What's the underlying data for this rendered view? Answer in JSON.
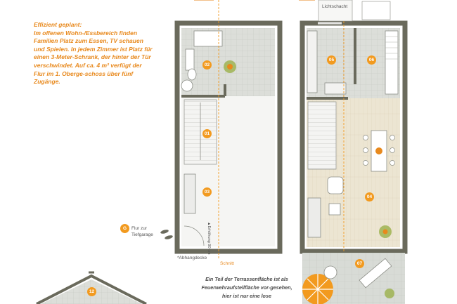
{
  "intro": {
    "heading": "Effizient geplant:",
    "body": "Im offenen Wohn-/Essbereich finden Familien Platz zum Essen, TV schauen und Spielen. In jedem Zimmer ist Platz für einen 3-Meter-Schrank, der hinter der Tür verschwindet. Auf ca. 4 m² verfügt der Flur im 1. Oberge-schoss über fünf Zugänge."
  },
  "labels": {
    "lichtschacht": "Lichtschacht",
    "schnitt": "Schnitt",
    "abhangdecke": "*Abhangdecke",
    "erhoehung": "▲Erhöhung 90 cm",
    "flur_line1": "Flur zur",
    "flur_line2": "Tiefgarage"
  },
  "rooms": {
    "r01": "01",
    "r02": "02",
    "r03": "03",
    "r04": "04",
    "r05": "05",
    "r06": "06",
    "r07": "07",
    "r12": "12",
    "g": "G"
  },
  "caption": {
    "text": "Ein Teil der Terrassenfläche ist als Feuerwehraufstellfläche vor-gesehen, hier ist nur eine lose"
  },
  "colors": {
    "wall": "#6a6a5c",
    "tile": "#d9dbd6",
    "parquet": "#e9e2cf",
    "accent": "#f29a1f",
    "text_orange": "#e8891d"
  }
}
